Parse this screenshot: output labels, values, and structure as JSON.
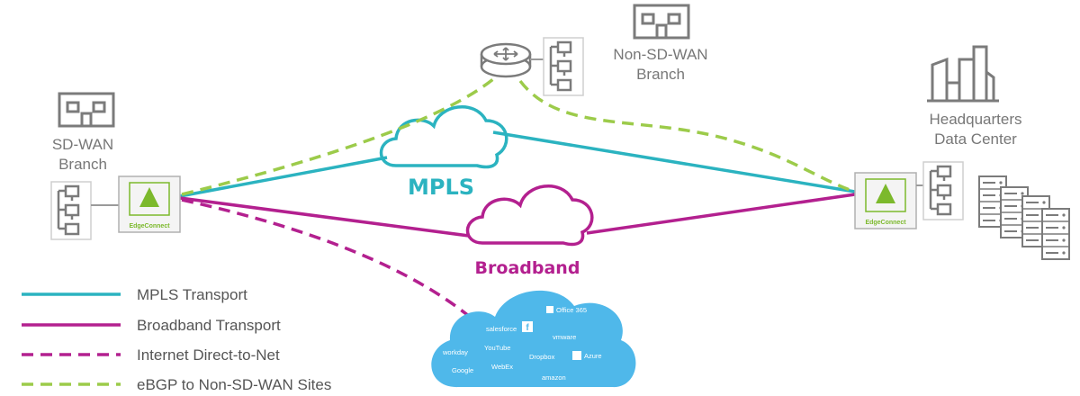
{
  "colors": {
    "mpls": "#2bb3c0",
    "broadband": "#b3208f",
    "ebgp": "#9ccb4a",
    "icon_gray": "#7b7b7b",
    "edgeconnect": "#7cb92c",
    "saas_cloud": "#4fb8ea"
  },
  "nodes": {
    "sdwan_branch": {
      "line1": "SD-WAN",
      "line2": "Branch",
      "device": "EdgeConnect"
    },
    "non_sdwan_branch": {
      "line1": "Non-SD-WAN",
      "line2": "Branch"
    },
    "hq": {
      "line1": "Headquarters",
      "line2": "Data Center",
      "device": "EdgeConnect"
    }
  },
  "clouds": {
    "mpls": "MPLS",
    "broadband": "Broadband"
  },
  "saas": {
    "salesforce": "salesforce",
    "office365": "Office 365",
    "vmware": "vmware",
    "workday": "workday",
    "youtube": "YouTube",
    "dropbox": "Dropbox",
    "azure": "Azure",
    "google": "Google",
    "webex": "WebEx",
    "amazon": "amazon"
  },
  "legend": [
    {
      "label": "MPLS Transport",
      "color": "#2bb3c0",
      "style": "solid"
    },
    {
      "label": "Broadband Transport",
      "color": "#b3208f",
      "style": "solid"
    },
    {
      "label": "Internet Direct-to-Net",
      "color": "#b3208f",
      "style": "dashed"
    },
    {
      "label": "eBGP to Non-SD-WAN Sites",
      "color": "#9ccb4a",
      "style": "dashed"
    }
  ]
}
